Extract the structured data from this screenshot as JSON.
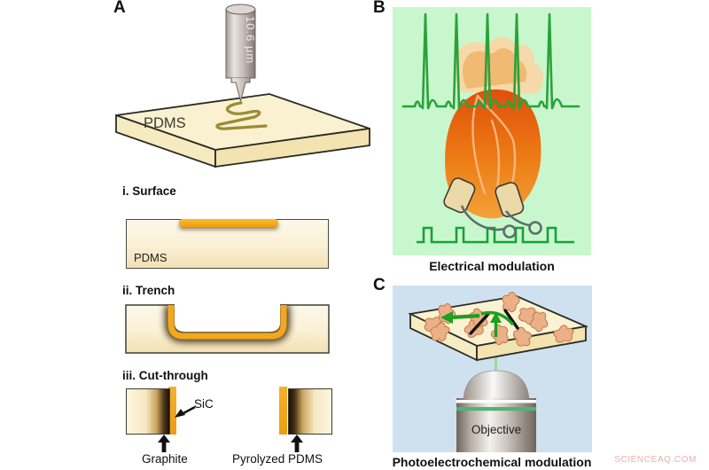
{
  "panels": {
    "a": {
      "label": "A",
      "laser_label": "10.6 μm",
      "slab_label": "PDMS",
      "steps": [
        {
          "title": "i. Surface",
          "material_label": "PDMS"
        },
        {
          "title": "ii. Trench"
        },
        {
          "title": "iii. Cut-through"
        }
      ],
      "annotations": {
        "sic": "SiC",
        "graphite": "Graphite",
        "pyrolyzed": "Pyrolyzed PDMS"
      }
    },
    "b": {
      "label": "B",
      "caption": "Electrical modulation"
    },
    "c": {
      "label": "C",
      "objective_label": "Objective",
      "caption": "Photoelectrochemical modulation"
    }
  },
  "watermark": "SCIENCEAQ.COM",
  "colors": {
    "gold": "#f2a71d",
    "green_bg": "#c9f7cd",
    "ecg_green": "#2aa23c",
    "pulse_green": "#16a23a",
    "blue_bg": "#cfe1ef",
    "heart_orange": "#e8610e",
    "watermark_pink": "#efadad"
  }
}
